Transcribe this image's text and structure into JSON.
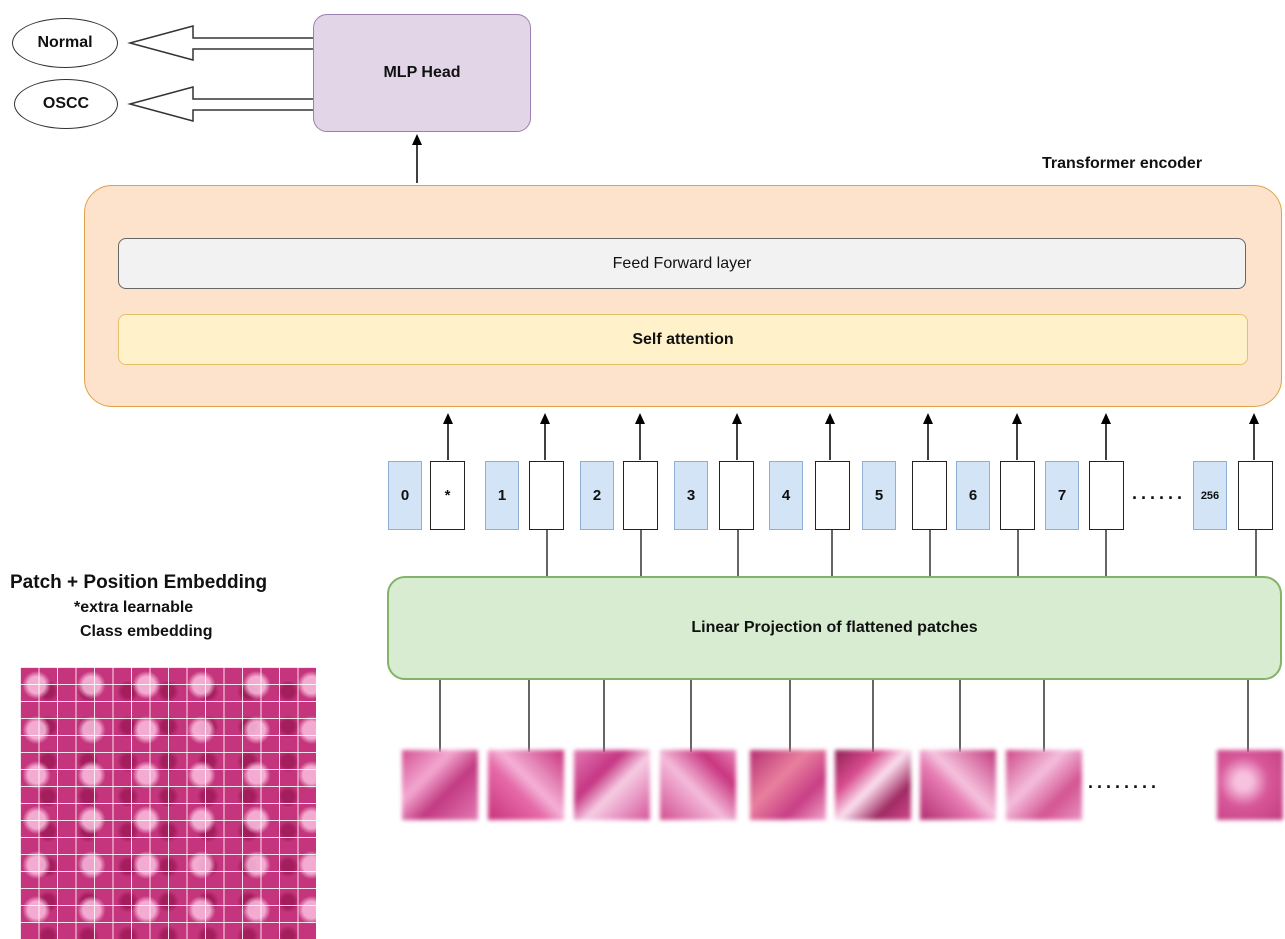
{
  "outputs": {
    "normal": "Normal",
    "oscc": "OSCC"
  },
  "mlp_head": {
    "label": "MLP Head"
  },
  "encoder": {
    "title": "Transformer encoder",
    "feed_forward": "Feed Forward layer",
    "self_attention": "Self attention"
  },
  "tokens": {
    "class_token": "*",
    "positions": [
      "0",
      "1",
      "2",
      "3",
      "4",
      "5",
      "6",
      "7",
      "256"
    ],
    "ellipsis": "......"
  },
  "linear_projection": {
    "label": "Linear Projection of flattened patches"
  },
  "patches": {
    "ellipsis": "........"
  },
  "side_panel": {
    "title": "Patch + Position Embedding",
    "subtitle_line1": "*extra learnable",
    "subtitle_line2": "Class embedding"
  },
  "colors": {
    "mlp_fill": "#e2d5e8",
    "encoder_fill": "#fde2cc",
    "self_attention_fill": "#fff1ca",
    "linear_fill": "#d7ecd1",
    "position_fill": "#d3e4f6",
    "patch_pink": "#c5357d"
  }
}
